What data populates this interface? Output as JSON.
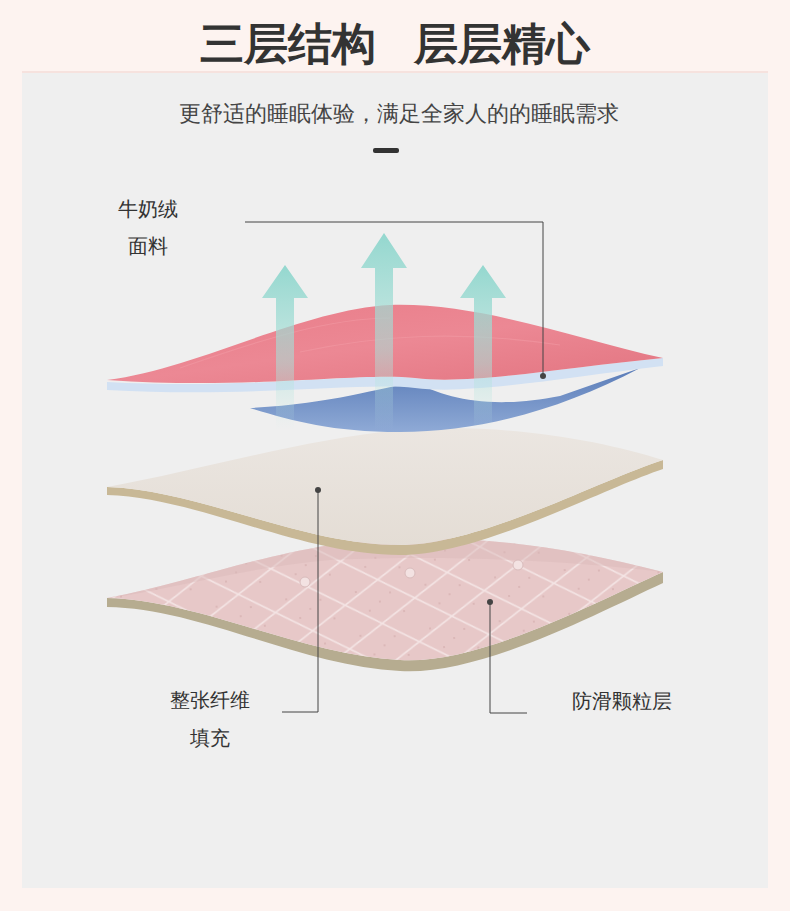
{
  "diagram": {
    "title": "三层结构 层层精心",
    "labels": [
      "更舒适的睡眠体验，满足全家人的的睡眠需求",
      "牛奶绒 面料",
      "整张纤维 填充",
      "防滑颗粒层"
    ]
  }
}
